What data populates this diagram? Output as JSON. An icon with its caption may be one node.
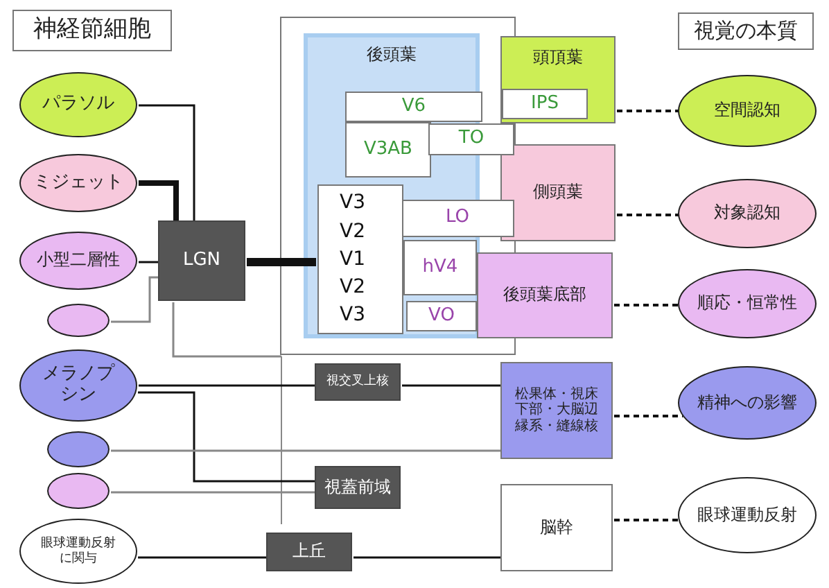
{
  "diagram": {
    "nodes": [
      {
        "text": [
          "神経節細胞"
        ]
      },
      {
        "text": [
          "視覚の本質"
        ]
      },
      {
        "text": [
          "パラソル"
        ]
      },
      {
        "text": [
          "ミジェット"
        ]
      },
      {
        "text": [
          "小型二層性"
        ]
      },
      {
        "text": [],
        "shape": "circle"
      },
      {
        "text": [
          "メラノプシン"
        ]
      },
      {
        "text": [],
        "shape": "circle"
      },
      {
        "text": [],
        "shape": "circle"
      },
      {
        "text": [
          "眼球運動反射に関与"
        ]
      },
      {
        "text": [
          "LGN"
        ]
      },
      {
        "text": [],
        "shape": "box"
      },
      {
        "text": [
          "後頭葉"
        ],
        "in": 11
      },
      {
        "text": [
          "頭頂葉"
        ]
      },
      {
        "text": [
          "V6"
        ],
        "in": 12
      },
      {
        "text": [
          "IPS"
        ],
        "in": 13
      },
      {
        "text": [
          "V3AB"
        ],
        "in": 12
      },
      {
        "text": [
          "TO"
        ],
        "in": 11
      },
      {
        "text": [
          "側頭葉"
        ]
      },
      {
        "text": [
          "V3 V2 V1 V2 V3"
        ],
        "in": 12
      },
      {
        "text": [
          "LO"
        ],
        "in": 11
      },
      {
        "text": [
          "後頭葉底部"
        ]
      },
      {
        "text": [
          "hV4"
        ],
        "in": 12
      },
      {
        "text": [
          "VO"
        ],
        "in": 12
      },
      {
        "text": [
          "視交叉上核"
        ]
      },
      {
        "text": [
          "松果体・視床下部・大脳辺縁系・縫線核"
        ]
      },
      {
        "text": [
          "視蓋前域"
        ]
      },
      {
        "text": [
          "上丘"
        ]
      },
      {
        "text": [
          "脳幹"
        ]
      },
      {
        "text": [
          "空間認知"
        ]
      },
      {
        "text": [
          "対象認知"
        ]
      },
      {
        "text": [
          "順応・恒常性"
        ]
      },
      {
        "text": [
          "精神への影響"
        ]
      },
      {
        "text": [
          "眼球運動反射"
        ]
      }
    ],
    "edges": [
      {
        "from": 2,
        "to": 10,
        "arrow": "none"
      },
      {
        "from": 3,
        "to": 10,
        "arrow": "none",
        "style": "thick"
      },
      {
        "from": 4,
        "to": 10,
        "arrow": "none"
      },
      {
        "from": 5,
        "to": 10,
        "arrow": "none",
        "color": "#888888"
      },
      {
        "from": 10,
        "to": 19,
        "arrow": "none",
        "style": "thick"
      },
      {
        "from": 10,
        "to": 11,
        "arrow": "none",
        "color": "#888888"
      },
      {
        "from": 6,
        "to": 24,
        "arrow": "none"
      },
      {
        "from": 24,
        "to": 25,
        "arrow": "none"
      },
      {
        "from": 6,
        "to": 26,
        "arrow": "none"
      },
      {
        "from": 7,
        "to": 25,
        "arrow": "none",
        "color": "#888888"
      },
      {
        "from": 8,
        "to": 26,
        "arrow": "none",
        "color": "#888888"
      },
      {
        "from": 9,
        "to": 27,
        "arrow": "none"
      },
      {
        "from": 27,
        "to": 28,
        "arrow": "none"
      },
      {
        "from": 13,
        "to": 29,
        "arrow": "none",
        "style": "dashed"
      },
      {
        "from": 18,
        "to": 30,
        "arrow": "none",
        "style": "dashed"
      },
      {
        "from": 21,
        "to": 31,
        "arrow": "none",
        "style": "dashed"
      },
      {
        "from": 25,
        "to": 32,
        "arrow": "none",
        "style": "dashed"
      },
      {
        "from": 28,
        "to": 33,
        "arrow": "none",
        "style": "dashed"
      }
    ]
  }
}
